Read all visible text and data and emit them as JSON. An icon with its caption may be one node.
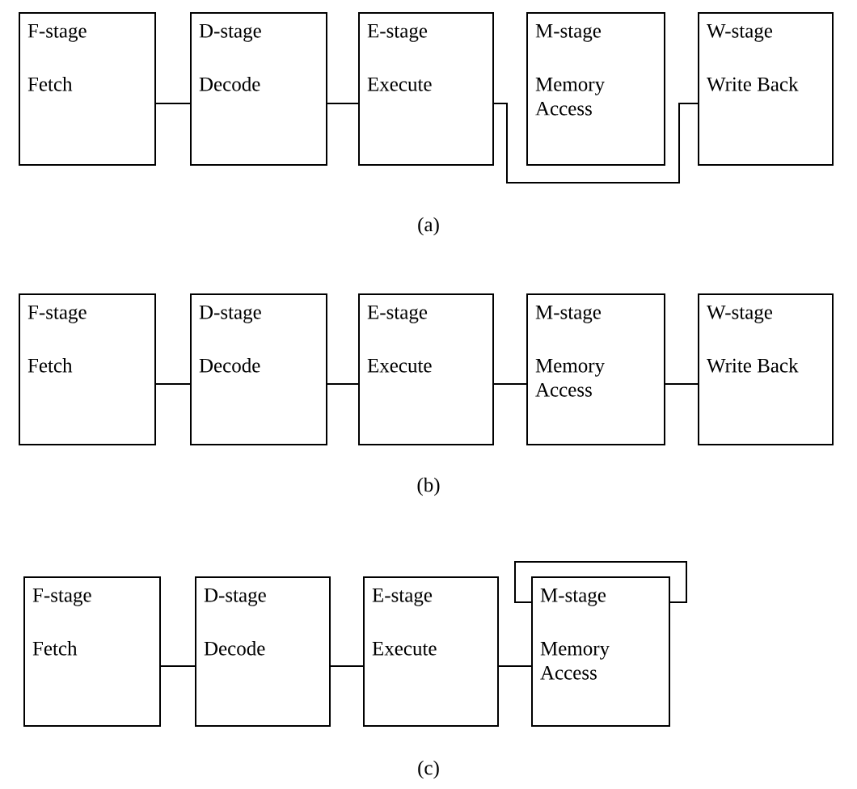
{
  "diagram": {
    "nodes": [
      {
        "text": [
          "F-stage",
          "Fetch"
        ]
      },
      {
        "text": [
          "D-stage",
          "Decode"
        ]
      },
      {
        "text": [
          "E-stage",
          "Execute"
        ]
      },
      {
        "text": [
          "M-stage",
          "Memory Access"
        ]
      },
      {
        "text": [
          "W-stage",
          "Write Back"
        ]
      },
      {
        "text": [
          "F-stage",
          "Fetch"
        ]
      },
      {
        "text": [
          "D-stage",
          "Decode"
        ]
      },
      {
        "text": [
          "E-stage",
          "Execute"
        ]
      },
      {
        "text": [
          "M-stage",
          "Memory Access"
        ]
      },
      {
        "text": [
          "W-stage",
          "Write Back"
        ]
      },
      {
        "text": [
          "F-stage",
          "Fetch"
        ]
      },
      {
        "text": [
          "D-stage",
          "Decode"
        ]
      },
      {
        "text": [
          "E-stage",
          "Execute"
        ]
      },
      {
        "text": [
          "M-stage",
          "Memory Access"
        ]
      }
    ],
    "edges": [
      {
        "from": 0,
        "to": 1,
        "arrow": "none"
      },
      {
        "from": 1,
        "to": 2,
        "arrow": "none"
      },
      {
        "from": 2,
        "to": 4,
        "arrow": "none"
      },
      {
        "from": 5,
        "to": 6,
        "arrow": "none"
      },
      {
        "from": 6,
        "to": 7,
        "arrow": "none"
      },
      {
        "from": 7,
        "to": 8,
        "arrow": "none"
      },
      {
        "from": 8,
        "to": 9,
        "arrow": "none"
      },
      {
        "from": 10,
        "to": 11,
        "arrow": "none"
      },
      {
        "from": 11,
        "to": 12,
        "arrow": "none"
      },
      {
        "from": 12,
        "to": 13,
        "arrow": "none"
      },
      {
        "from": 13,
        "to": 13,
        "arrow": "none"
      }
    ],
    "labels": [
      "(a)",
      "(b)",
      "(c)"
    ]
  }
}
